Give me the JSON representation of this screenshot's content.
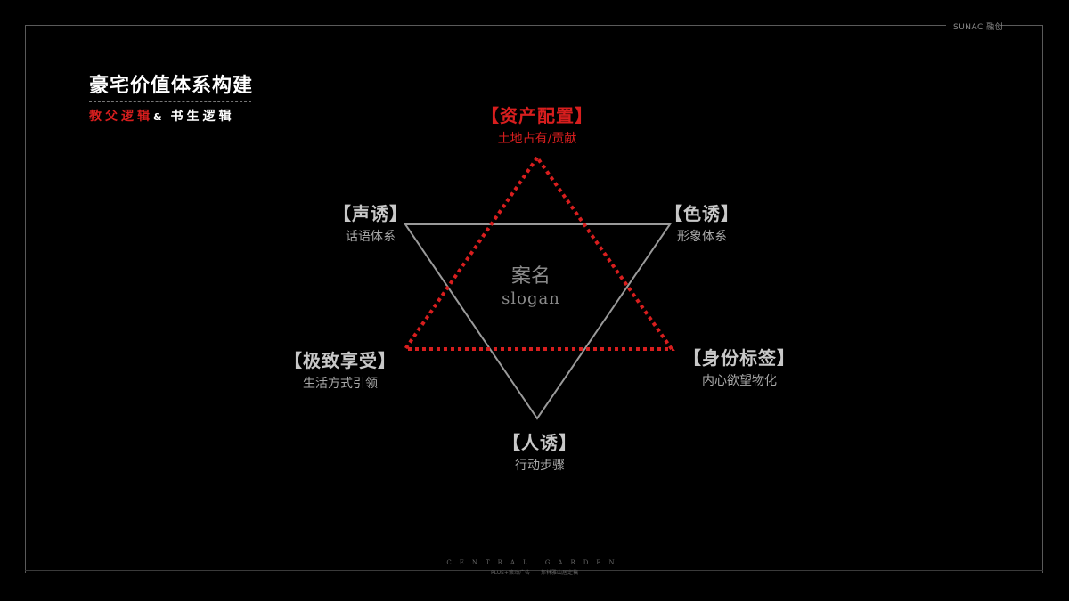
{
  "header": {
    "title": "豪宅价值体系构建",
    "subtitle_red": "教父逻辑",
    "subtitle_amp": "&",
    "subtitle_white": "书生逻辑",
    "logo": "SUNAC 融创"
  },
  "diagram": {
    "center_name": "案名",
    "center_slogan": "slogan",
    "nodes": {
      "top": {
        "heading": "【资产配置】",
        "sub": "土地占有/贡献",
        "color": "#d81e1e"
      },
      "upper_left": {
        "heading": "【声诱】",
        "sub": "话语体系"
      },
      "upper_right": {
        "heading": "【色诱】",
        "sub": "形象体系"
      },
      "lower_left": {
        "heading": "【极致享受】",
        "sub": "生活方式引领"
      },
      "lower_right": {
        "heading": "【身份标签】",
        "sub": "内心欲望物化"
      },
      "bottom": {
        "heading": "【人诱】",
        "sub": "行动步骤"
      }
    },
    "colors": {
      "red_triangle": "#d81e1e",
      "grey_triangle": "#9a9a9a"
    }
  },
  "footer": {
    "english": "CENTRAL GARDEN",
    "chinese": "PLUS+策动广告——邦林雅山居定稿"
  }
}
